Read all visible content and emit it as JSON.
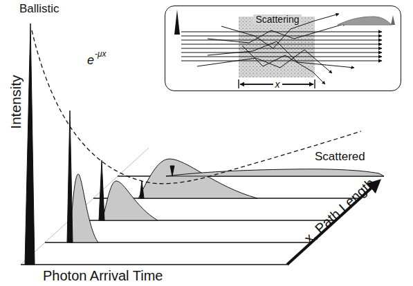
{
  "diagram": {
    "nodes": [
      {
        "text": [
          "Scattering",
          "x"
        ]
      }
    ],
    "labels": [
      "Ballistic",
      "Intensity",
      "e",
      "-μx",
      "Scattered",
      "Photon Arrival Time",
      "x, Path Length"
    ]
  }
}
